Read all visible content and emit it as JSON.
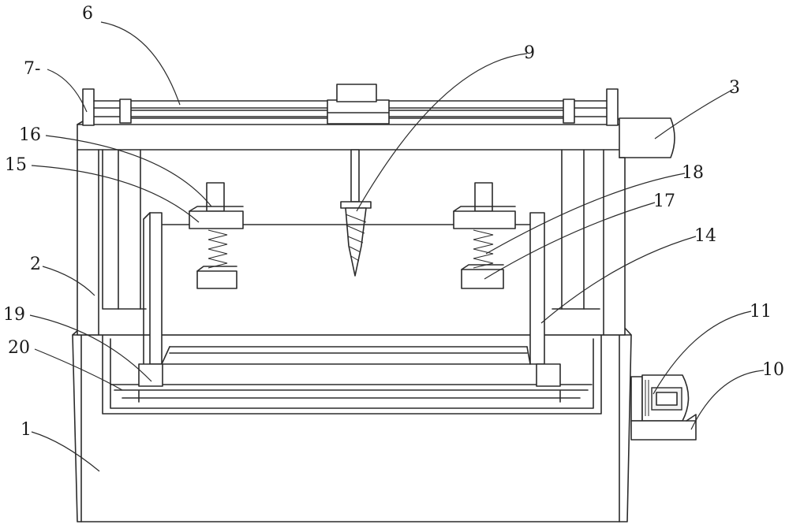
{
  "figure": {
    "callouts": [
      {
        "id": "c1",
        "text": "1"
      },
      {
        "id": "c2",
        "text": "2"
      },
      {
        "id": "c3",
        "text": "3"
      },
      {
        "id": "c6",
        "text": "6"
      },
      {
        "id": "c7",
        "text": "7-"
      },
      {
        "id": "c9",
        "text": "9"
      },
      {
        "id": "c10",
        "text": "10"
      },
      {
        "id": "c11",
        "text": "11"
      },
      {
        "id": "c14",
        "text": "14"
      },
      {
        "id": "c15",
        "text": "15"
      },
      {
        "id": "c16",
        "text": "16"
      },
      {
        "id": "c17",
        "text": "17"
      },
      {
        "id": "c18",
        "text": "18"
      },
      {
        "id": "c19",
        "text": "19"
      },
      {
        "id": "c20",
        "text": "20"
      }
    ]
  }
}
